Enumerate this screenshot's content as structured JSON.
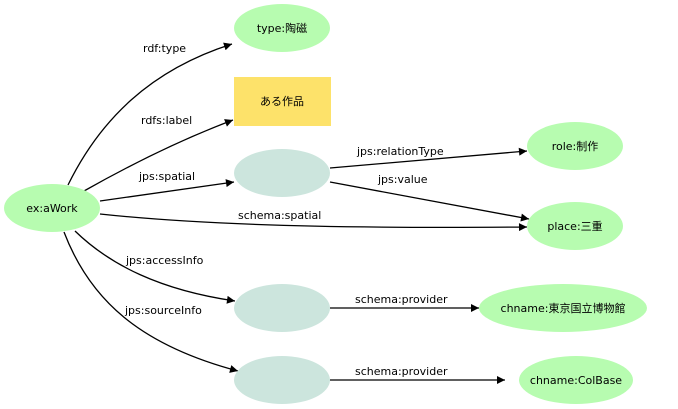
{
  "colors": {
    "resource": "#b7fcb0",
    "blank": "#cce5dd",
    "literal": "#fde26a",
    "edge": "#000000"
  },
  "nodes": {
    "aWork": {
      "label": "ex:aWork",
      "kind": "resource"
    },
    "type": {
      "label": "type:陶磁",
      "kind": "resource"
    },
    "label": {
      "label": "ある作品",
      "kind": "literal"
    },
    "blank1": {
      "label": "",
      "kind": "blank"
    },
    "role": {
      "label": "role:制作",
      "kind": "resource"
    },
    "place": {
      "label": "place:三重",
      "kind": "resource"
    },
    "blank2": {
      "label": "",
      "kind": "blank"
    },
    "tnm": {
      "label": "chname:東京国立博物館",
      "kind": "resource"
    },
    "blank3": {
      "label": "",
      "kind": "blank"
    },
    "colbase": {
      "label": "chname:ColBase",
      "kind": "resource"
    }
  },
  "edges": [
    {
      "from": "aWork",
      "to": "type",
      "label": "rdf:type"
    },
    {
      "from": "aWork",
      "to": "label",
      "label": "rdfs:label"
    },
    {
      "from": "aWork",
      "to": "blank1",
      "label": "jps:spatial"
    },
    {
      "from": "blank1",
      "to": "role",
      "label": "jps:relationType"
    },
    {
      "from": "blank1",
      "to": "place",
      "label": "jps:value"
    },
    {
      "from": "aWork",
      "to": "place",
      "label": "schema:spatial"
    },
    {
      "from": "aWork",
      "to": "blank2",
      "label": "jps:accessInfo"
    },
    {
      "from": "blank2",
      "to": "tnm",
      "label": "schema:provider"
    },
    {
      "from": "aWork",
      "to": "blank3",
      "label": "jps:sourceInfo"
    },
    {
      "from": "blank3",
      "to": "colbase",
      "label": "schema:provider"
    }
  ]
}
